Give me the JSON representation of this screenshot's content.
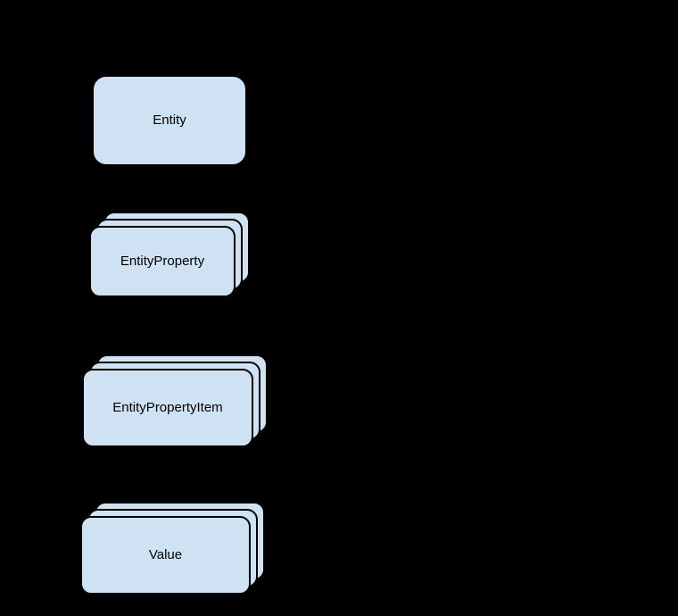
{
  "colors": {
    "background": "#000000",
    "node-fill": "#cfe2f3",
    "node-border": "#000000",
    "node-text": "#000000"
  },
  "diagram": {
    "type": "entity-stack-diagram",
    "nodes": [
      {
        "label": "Entity",
        "shape": "rounded-rectangle",
        "stacked": false
      },
      {
        "label": "EntityProperty",
        "shape": "rounded-rectangle",
        "stacked": true
      },
      {
        "label": "EntityPropertyItem",
        "shape": "rounded-rectangle",
        "stacked": true
      },
      {
        "label": "Value",
        "shape": "rounded-rectangle",
        "stacked": true
      }
    ]
  }
}
